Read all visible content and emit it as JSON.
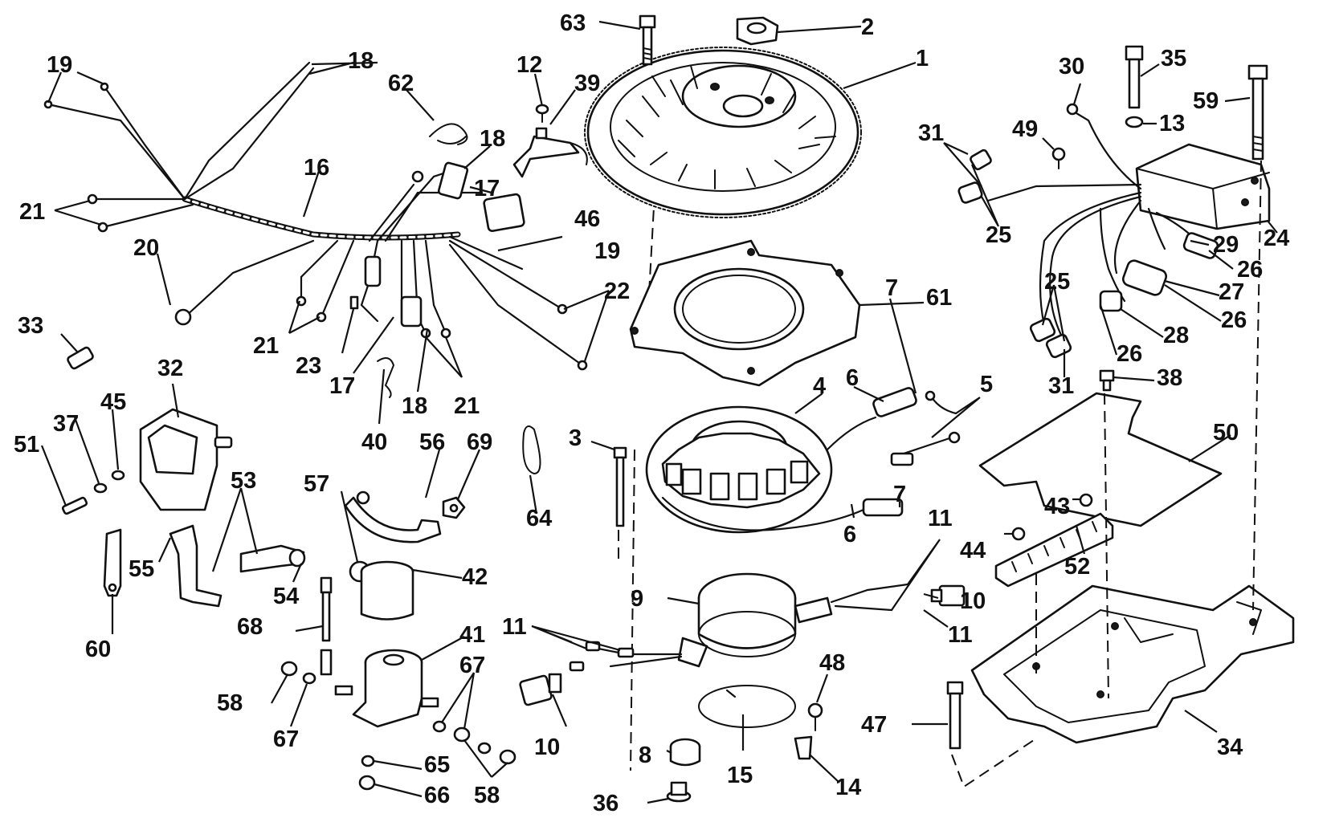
{
  "diagram": {
    "colors": {
      "ink": "#111111",
      "paper": "#ffffff"
    },
    "callouts": [
      {
        "id": "c63",
        "text": "63"
      },
      {
        "id": "c2",
        "text": "2"
      },
      {
        "id": "c1",
        "text": "1"
      },
      {
        "id": "c12",
        "text": "12"
      },
      {
        "id": "c39",
        "text": "39"
      },
      {
        "id": "c62",
        "text": "62"
      },
      {
        "id": "c18a",
        "text": "18"
      },
      {
        "id": "c19a",
        "text": "19"
      },
      {
        "id": "c18b",
        "text": "18"
      },
      {
        "id": "c16",
        "text": "16"
      },
      {
        "id": "c17a",
        "text": "17"
      },
      {
        "id": "c46",
        "text": "46"
      },
      {
        "id": "c21a",
        "text": "21"
      },
      {
        "id": "c20",
        "text": "20"
      },
      {
        "id": "c19b",
        "text": "19"
      },
      {
        "id": "c22",
        "text": "22"
      },
      {
        "id": "c21b",
        "text": "21"
      },
      {
        "id": "c23",
        "text": "23"
      },
      {
        "id": "c17b",
        "text": "17"
      },
      {
        "id": "c18c",
        "text": "18"
      },
      {
        "id": "c21c",
        "text": "21"
      },
      {
        "id": "c33",
        "text": "33"
      },
      {
        "id": "c32",
        "text": "32"
      },
      {
        "id": "c45",
        "text": "45"
      },
      {
        "id": "c37",
        "text": "37"
      },
      {
        "id": "c51",
        "text": "51"
      },
      {
        "id": "c40",
        "text": "40"
      },
      {
        "id": "c56",
        "text": "56"
      },
      {
        "id": "c69",
        "text": "69"
      },
      {
        "id": "c57",
        "text": "57"
      },
      {
        "id": "c53",
        "text": "53"
      },
      {
        "id": "c55",
        "text": "55"
      },
      {
        "id": "c54",
        "text": "54"
      },
      {
        "id": "c60",
        "text": "60"
      },
      {
        "id": "c42",
        "text": "42"
      },
      {
        "id": "c68",
        "text": "68"
      },
      {
        "id": "c41",
        "text": "41"
      },
      {
        "id": "c58a",
        "text": "58"
      },
      {
        "id": "c67a",
        "text": "67"
      },
      {
        "id": "c67b",
        "text": "67"
      },
      {
        "id": "c65",
        "text": "65"
      },
      {
        "id": "c66",
        "text": "66"
      },
      {
        "id": "c58b",
        "text": "58"
      },
      {
        "id": "c64",
        "text": "64"
      },
      {
        "id": "c3",
        "text": "3"
      },
      {
        "id": "c61",
        "text": "61"
      },
      {
        "id": "c7a",
        "text": "7"
      },
      {
        "id": "c6a",
        "text": "6"
      },
      {
        "id": "c4",
        "text": "4"
      },
      {
        "id": "c5",
        "text": "5"
      },
      {
        "id": "c7b",
        "text": "7"
      },
      {
        "id": "c6b",
        "text": "6"
      },
      {
        "id": "c9",
        "text": "9"
      },
      {
        "id": "c11a",
        "text": "11"
      },
      {
        "id": "c11b",
        "text": "11"
      },
      {
        "id": "c11c",
        "text": "11"
      },
      {
        "id": "c10a",
        "text": "10"
      },
      {
        "id": "c10b",
        "text": "10"
      },
      {
        "id": "c8",
        "text": "8"
      },
      {
        "id": "c15",
        "text": "15"
      },
      {
        "id": "c36",
        "text": "36"
      },
      {
        "id": "c48",
        "text": "48"
      },
      {
        "id": "c14",
        "text": "14"
      },
      {
        "id": "c47",
        "text": "47"
      },
      {
        "id": "c30",
        "text": "30"
      },
      {
        "id": "c35",
        "text": "35"
      },
      {
        "id": "c59",
        "text": "59"
      },
      {
        "id": "c13",
        "text": "13"
      },
      {
        "id": "c49",
        "text": "49"
      },
      {
        "id": "c31a",
        "text": "31"
      },
      {
        "id": "c25a",
        "text": "25"
      },
      {
        "id": "c24",
        "text": "24"
      },
      {
        "id": "c29",
        "text": "29"
      },
      {
        "id": "c26a",
        "text": "26"
      },
      {
        "id": "c25b",
        "text": "25"
      },
      {
        "id": "c27",
        "text": "27"
      },
      {
        "id": "c26b",
        "text": "26"
      },
      {
        "id": "c28",
        "text": "28"
      },
      {
        "id": "c26c",
        "text": "26"
      },
      {
        "id": "c31b",
        "text": "31"
      },
      {
        "id": "c38",
        "text": "38"
      },
      {
        "id": "c50",
        "text": "50"
      },
      {
        "id": "c43",
        "text": "43"
      },
      {
        "id": "c44",
        "text": "44"
      },
      {
        "id": "c52",
        "text": "52"
      },
      {
        "id": "c34",
        "text": "34"
      }
    ]
  }
}
